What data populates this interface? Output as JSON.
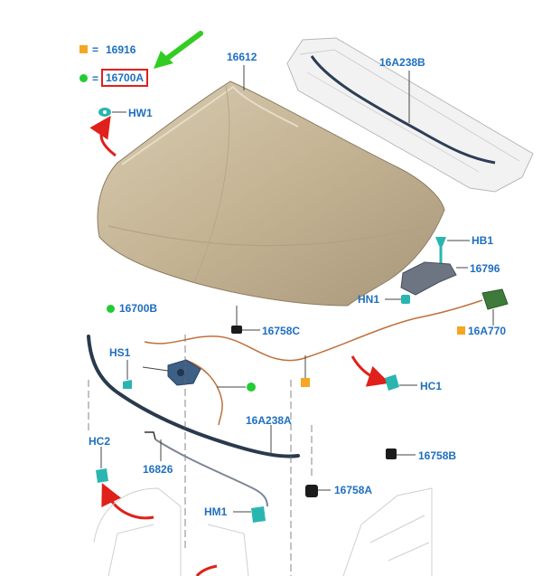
{
  "legend": {
    "square_label": "16916",
    "circle_label": "16700A",
    "equals": "="
  },
  "labels": {
    "hood": "16612",
    "cowl_seal": "16A238B",
    "hw1": "HW1",
    "hb1": "HB1",
    "bracket": "16796",
    "hn1": "HN1",
    "bumper_c": "16758C",
    "cable_marker": "16700B",
    "module": "16A770",
    "hs1": "HS1",
    "hc1": "HC1",
    "front_seal": "16A238A",
    "hc2": "HC2",
    "rod": "16826",
    "bumper_b": "16758B",
    "bumper_a": "16758A",
    "hm1": "HM1"
  },
  "colors": {
    "label_text": "#1f6fbf",
    "square_marker": "#f5a623",
    "circle_marker": "#22cc33",
    "highlight_box": "#e0201a",
    "callout_arrow": "#e0201a",
    "pointer_arrow": "#33cc22",
    "hood_fill": "#c9b99a",
    "clip_color": "#2ab6b0",
    "cable_color": "#c0703a"
  }
}
